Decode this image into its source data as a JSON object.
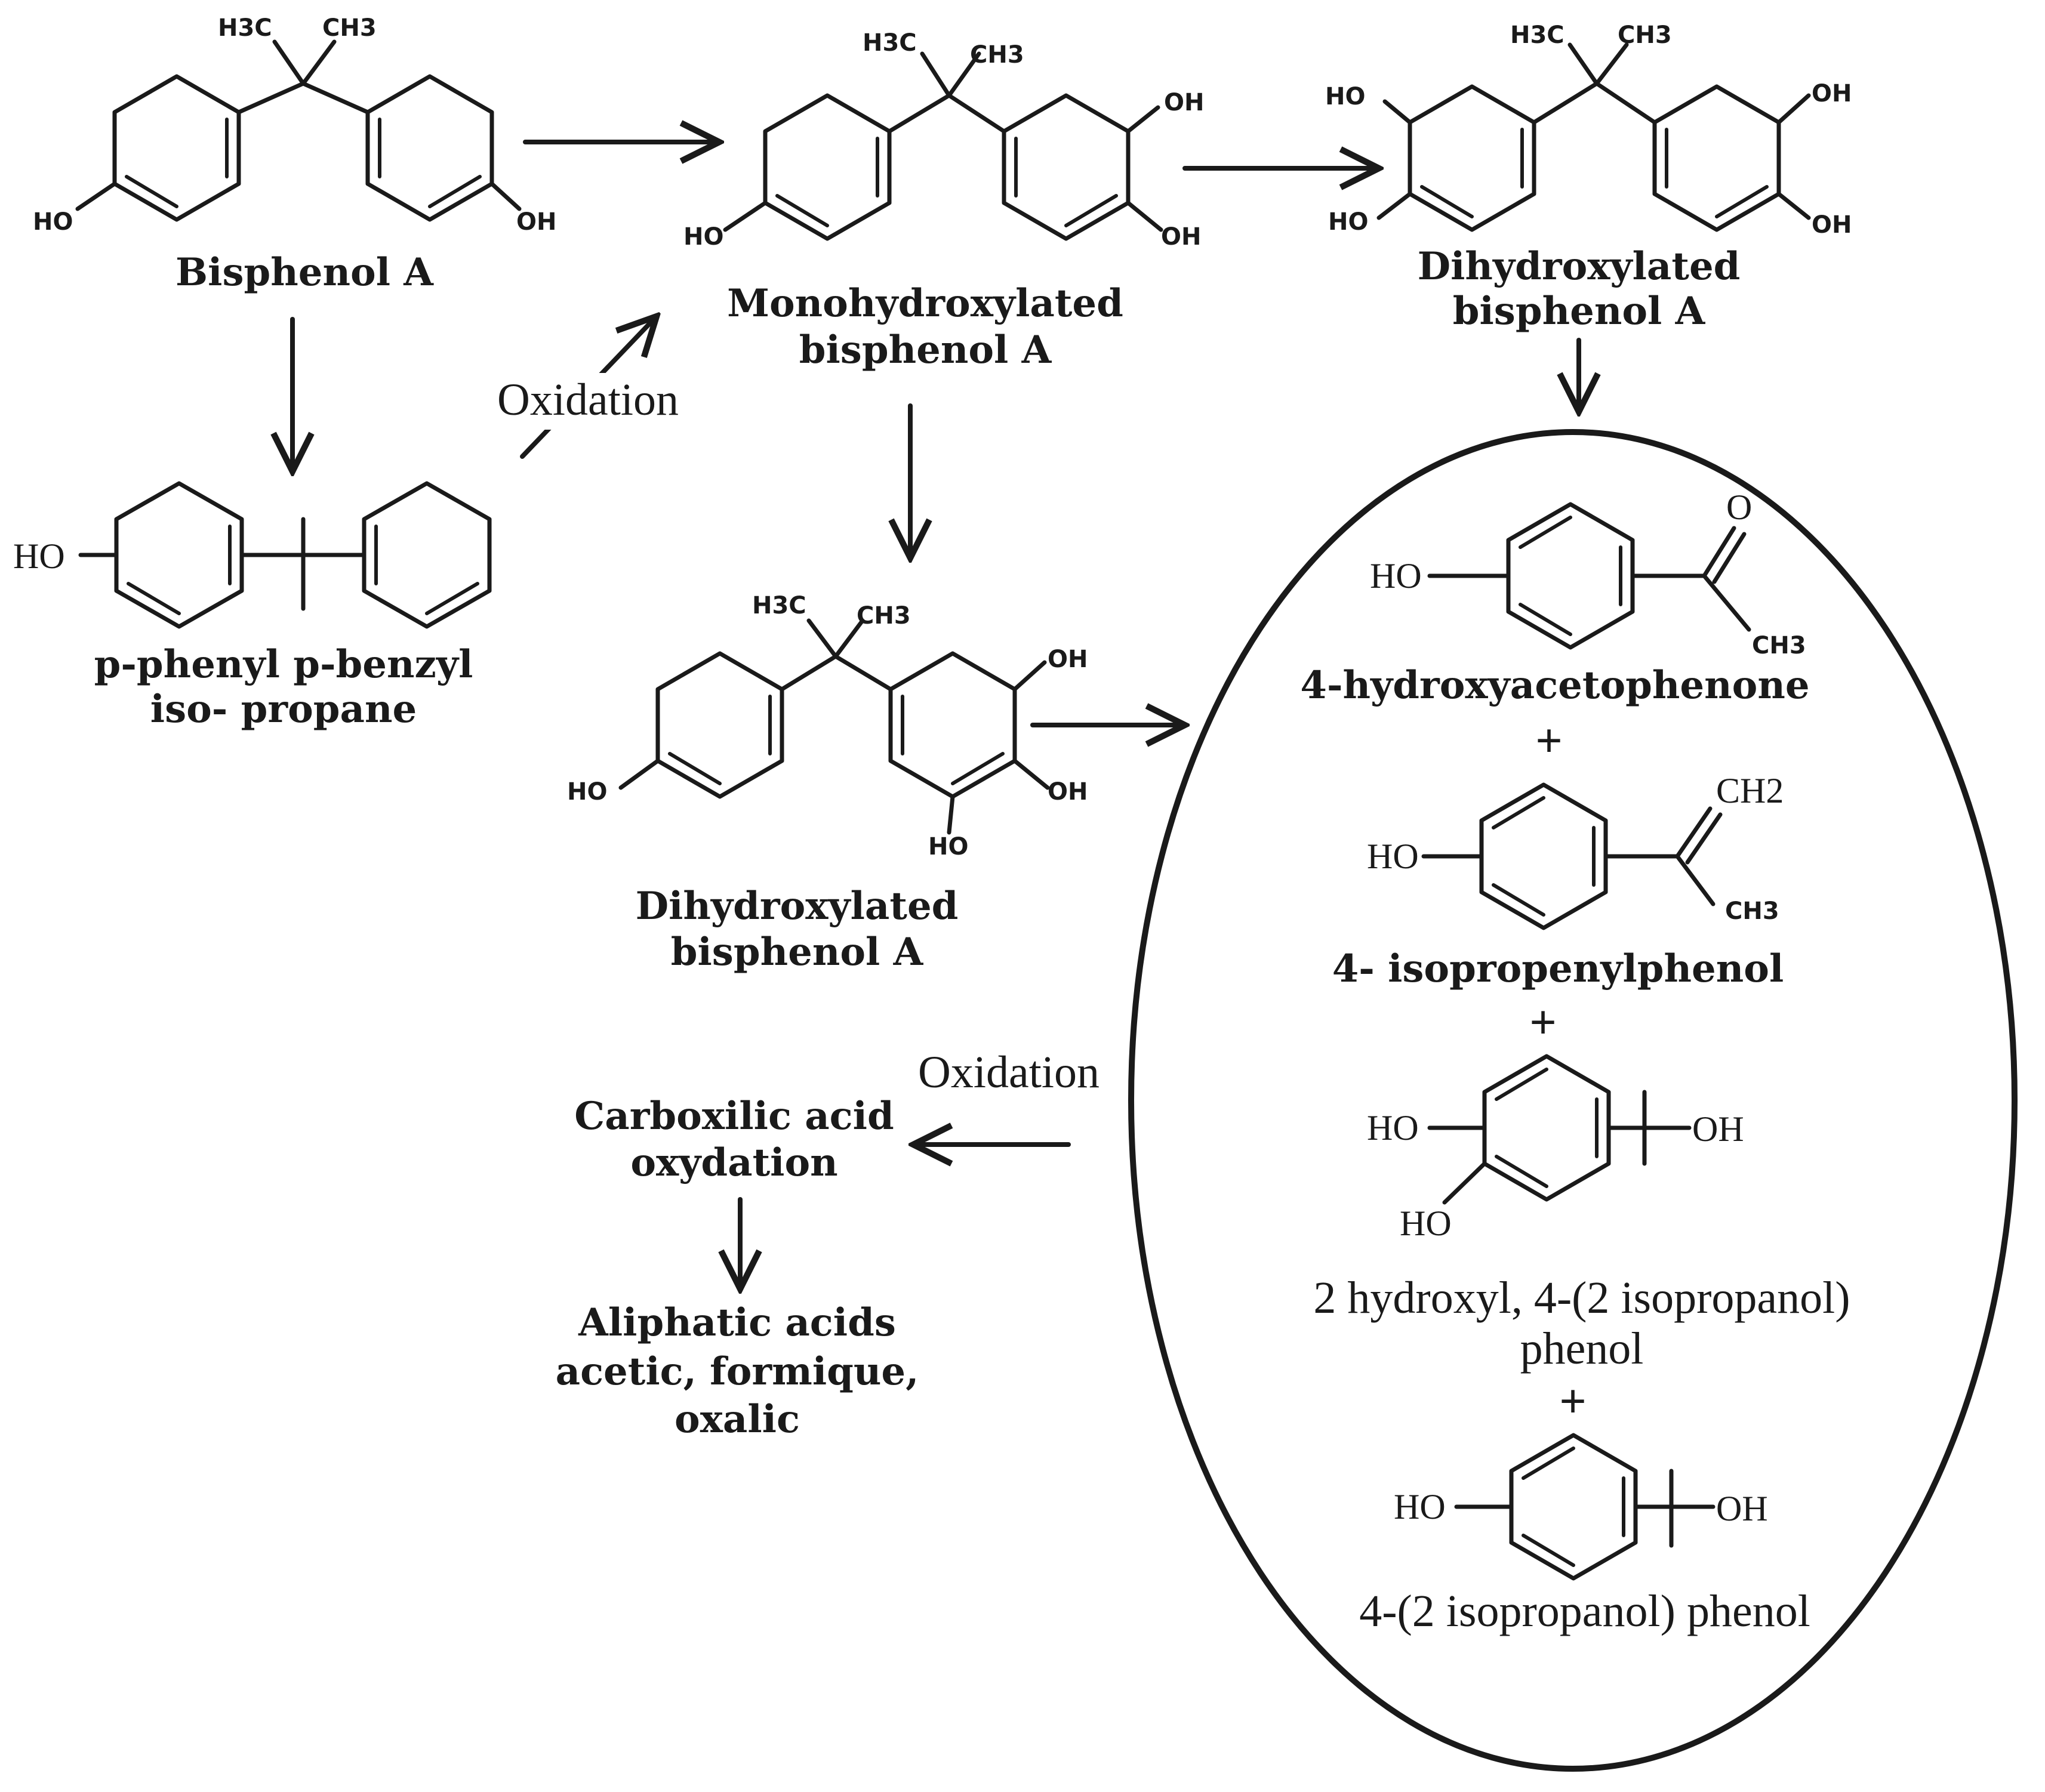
{
  "compounds": {
    "bisphenol_a": "Bisphenol A",
    "mono": [
      "Monohydroxylated",
      "bisphenol A"
    ],
    "dihydroxylated_top": [
      "Dihydroxylated",
      "bisphenol A"
    ],
    "dihydroxylated_mid": [
      "Dihydroxylated",
      "bisphenol A"
    ],
    "ppb": [
      "p-phenyl p-benzyl",
      "iso- propane"
    ],
    "carboxylic": [
      "Carboxilic acid",
      "oxydation"
    ],
    "aliphatic": [
      "Aliphatic acids",
      "acetic, formique,",
      "oxalic"
    ]
  },
  "products": {
    "p1": "4-hydroxyacetophenone",
    "p2": "4- isopropenylphenol",
    "p3": [
      "2 hydroxyl, 4-(2 isopropanol)",
      "phenol"
    ],
    "p4": "4-(2 isopropanol) phenol",
    "plus": "+"
  },
  "reactions": {
    "oxidation_1": "Oxidation",
    "oxidation_2": "Oxidation"
  },
  "atoms": {
    "ho": "HO",
    "oh": "OH",
    "h3c": "H3C",
    "ch3": "CH3",
    "ch2": "CH2",
    "o": "O"
  }
}
